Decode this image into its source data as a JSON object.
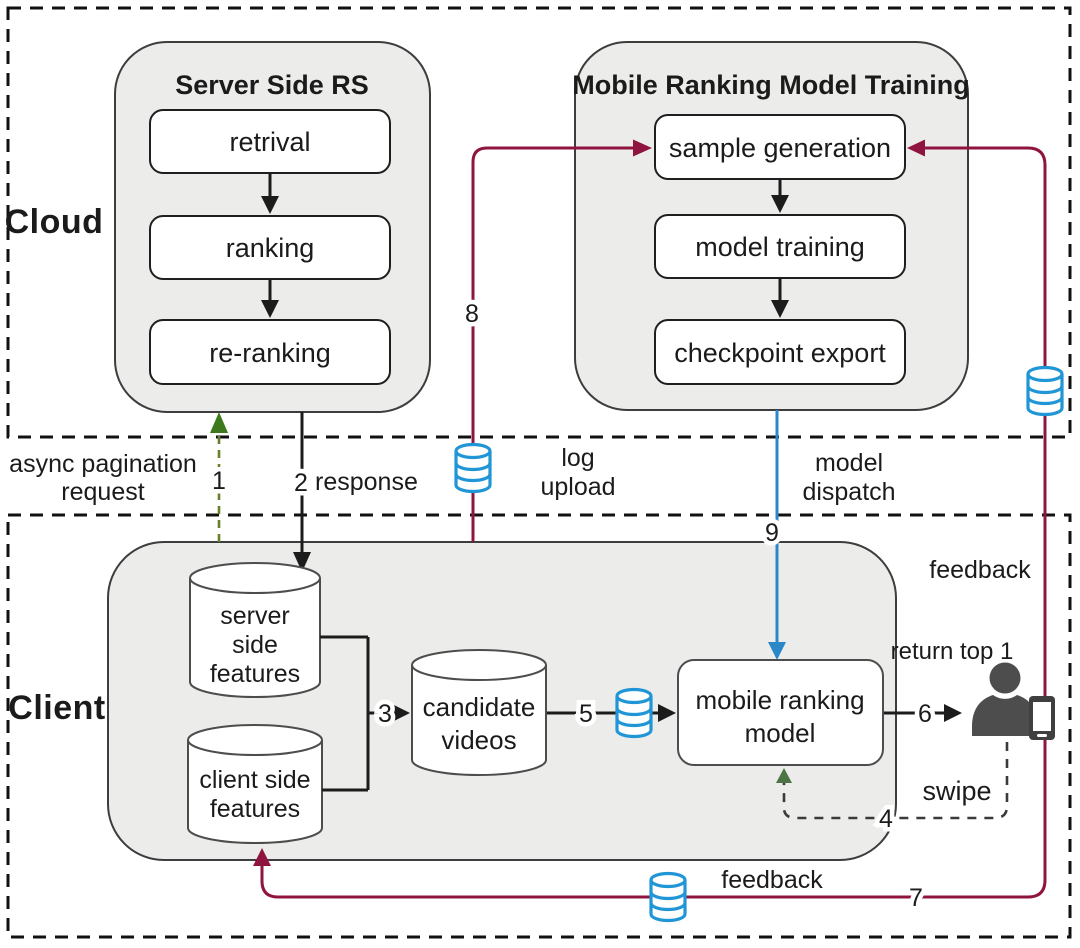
{
  "zones": {
    "cloud": "Cloud",
    "client": "Client"
  },
  "cloud": {
    "server_rs": {
      "title": "Server Side RS",
      "steps": [
        "retrival",
        "ranking",
        "re-ranking"
      ]
    },
    "training": {
      "title": "Mobile Ranking Model Training",
      "steps": [
        "sample generation",
        "model training",
        "checkpoint export"
      ]
    }
  },
  "client_area": {
    "server_features": [
      "server",
      "side",
      "features"
    ],
    "client_features": [
      "client side",
      "features"
    ],
    "candidate_videos": [
      "candidate",
      "videos"
    ],
    "mobile_model": [
      "mobile ranking",
      "model"
    ],
    "return_top1": "return top 1",
    "swipe": "swipe"
  },
  "edge_labels": {
    "async_pagination": [
      "async pagination",
      "request"
    ],
    "response": "response",
    "log_upload": [
      "log",
      "upload"
    ],
    "model_dispatch": [
      "model",
      "dispatch"
    ],
    "feedback_cloud": "feedback",
    "feedback_client": "feedback"
  },
  "step_numbers": [
    "1",
    "2",
    "3",
    "4",
    "5",
    "6",
    "7",
    "8",
    "9"
  ],
  "icons": {
    "database": "database-icon",
    "user": "user-icon",
    "phone": "smartphone-icon"
  },
  "colors": {
    "crimson": "#8f1540",
    "blue": "#2b87c8",
    "db_blue": "#2196d6",
    "olive_dash": "#66802e",
    "green_head": "#3c7a1b",
    "swipe_dash": "#3a3a3a",
    "swipe_head": "#4d7444",
    "person": "#4d4d4d"
  }
}
